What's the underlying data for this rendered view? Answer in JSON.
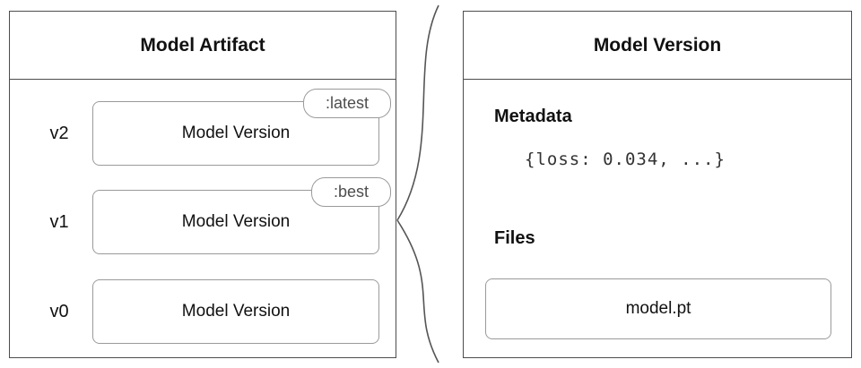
{
  "artifact_panel": {
    "title": "Model Artifact",
    "rows": [
      {
        "version": "v2",
        "label": "Model Version",
        "tag": ":latest"
      },
      {
        "version": "v1",
        "label": "Model Version",
        "tag": ":best"
      },
      {
        "version": "v0",
        "label": "Model Version"
      }
    ]
  },
  "version_panel": {
    "title": "Model Version",
    "metadata_heading": "Metadata",
    "metadata_value": "{loss: 0.034, ...}",
    "files_heading": "Files",
    "file_name": "model.pt"
  },
  "colors": {
    "panel_border": "#4d4d4d",
    "node_border": "#9a9a9a",
    "badge_text": "#4d4d4d"
  }
}
